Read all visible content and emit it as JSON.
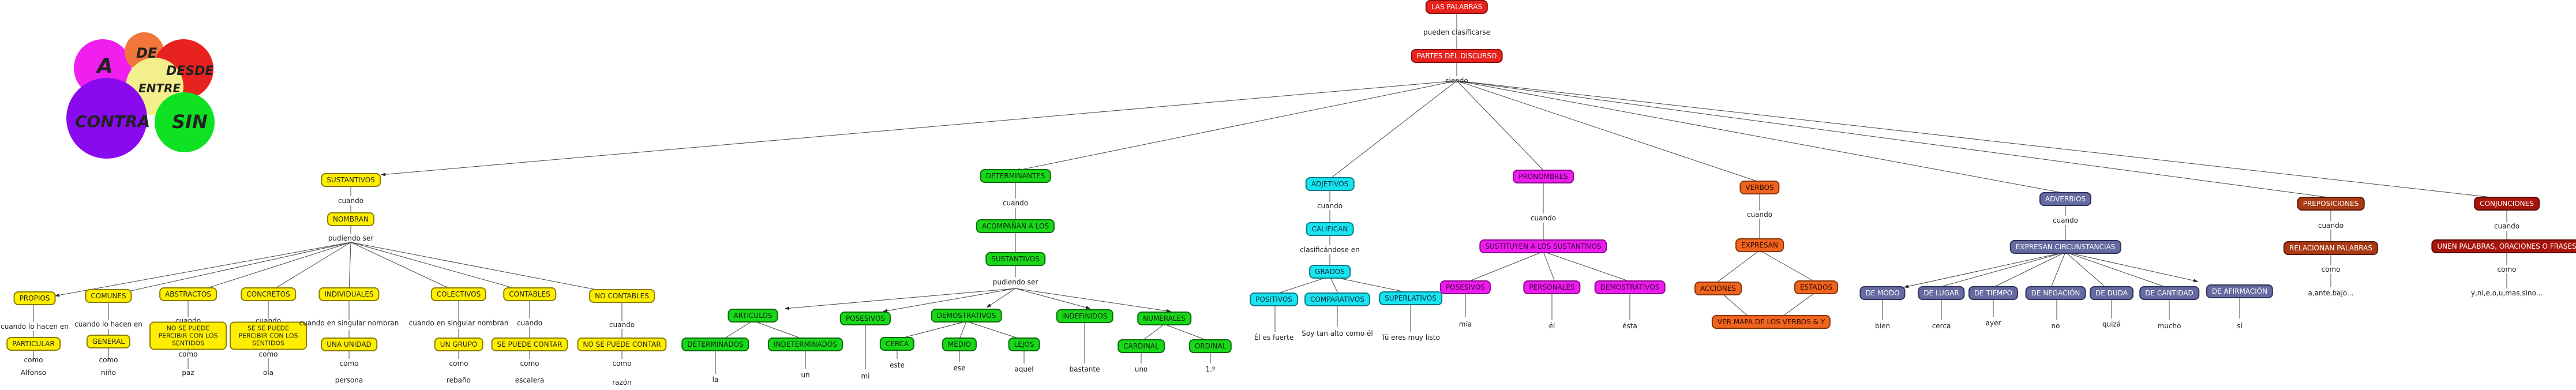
{
  "logo_words": [
    "A",
    "DE",
    "DESDE",
    "ENTRE",
    "CONTRA",
    "SIN"
  ],
  "root": {
    "label": "LAS PALABRAS"
  },
  "root_link": "pueden clasificarse",
  "categories_node": {
    "label": "PARTES DEL DISCURSO"
  },
  "categories_link": "siendo",
  "sustantivos": {
    "label": "SUSTANTIVOS",
    "link": "cuando",
    "child": "NOMBRAN",
    "link2": "pudiendo ser",
    "types": [
      {
        "label": "PROPIOS",
        "link": "cuando lo hacen en",
        "child": "PARTICULAR",
        "link2": "como",
        "example": "Alfonso"
      },
      {
        "label": "COMUNES",
        "link": "cuando lo hacen en",
        "child": "GENERAL",
        "link2": "como",
        "example": "niño"
      },
      {
        "label": "ABSTRACTOS",
        "link": "cuando",
        "child": "NO  SE PUEDE PERCIBIR CON LOS SENTIDOS",
        "link2": "como",
        "example": "paz"
      },
      {
        "label": "CONCRETOS",
        "link": "cuando",
        "child": "SE  SE PUEDE PERCIBIR CON LOS SENTIDOS",
        "link2": "como",
        "example": "ola"
      },
      {
        "label": "INDIVIDUALES",
        "link": "cuando en singular nombran",
        "child": "UNA UNIDAD",
        "link2": "como",
        "example": "persona"
      },
      {
        "label": "COLECTIVOS",
        "link": "cuando en singular nombran",
        "child": "UN GRUPO",
        "link2": "como",
        "example": "rebaño"
      },
      {
        "label": "CONTABLES",
        "link": "cuando",
        "child": "SE PUEDE CONTAR",
        "link2": "como",
        "example": "escalera"
      },
      {
        "label": "NO CONTABLES",
        "link": "cuando",
        "child": "NO SE PUEDE CONTAR",
        "link2": "como",
        "example": "razón"
      }
    ]
  },
  "determinantes": {
    "label": "DETERMINANTES",
    "link": "cuando",
    "child": "ACOMPAÑAN A LOS",
    "child2": "SUSTANTIVOS",
    "link2": "pudiendo ser",
    "types": [
      {
        "label": "ARTÍCULOS",
        "child": "DETERMINADOS",
        "example": "la"
      },
      {
        "label": "POSESIVOS",
        "example": "mi"
      },
      {
        "label": "DEMOSTRATIVOS",
        "children": [
          {
            "label": "CERCA",
            "example": "este"
          },
          {
            "label": "MEDIO",
            "example": "ese"
          },
          {
            "label": "LEJOS",
            "example": "aquel"
          }
        ]
      },
      {
        "label": "INDEFINIDOS",
        "example": "bastante"
      },
      {
        "label": "NUMERALES",
        "children": [
          {
            "label": "CARDINAL",
            "example": "uno"
          },
          {
            "label": "ORDINAL",
            "example": "1.º"
          }
        ]
      }
    ],
    "extra": {
      "label": "INDETERMINADOS",
      "example": "un"
    }
  },
  "adjetivos": {
    "label": "ADJETIVOS",
    "link": "cuando",
    "child": "CALIFICAN",
    "link2": "clasificándose en",
    "child2": "GRADOS",
    "types": [
      {
        "label": "POSITIVOS",
        "example": "Él es fuerte"
      },
      {
        "label": "COMPARATIVOS",
        "example": "Soy tan alto como él"
      },
      {
        "label": "SUPERLATIVOS",
        "example": "Tú eres muy listo"
      }
    ]
  },
  "pronombres": {
    "label": "PRONOMBRES",
    "link": "cuando",
    "child": "SUSTITUYEN A LOS SUSTANTIVOS",
    "types": [
      {
        "label": "POSESIVOS",
        "example": "mía"
      },
      {
        "label": "PERSONALES",
        "example": "él"
      },
      {
        "label": "DEMOSTRATIVOS",
        "example": "ésta"
      }
    ]
  },
  "verbos": {
    "label": "VERBOS",
    "link": "cuando",
    "child": "EXPRESAN",
    "types": [
      {
        "label": "ACCIONES"
      },
      {
        "label": "ESTADOS"
      }
    ],
    "footer": "VER MAPA DE LOS VERBOS & Y"
  },
  "adverbios": {
    "label": "ADVERBIOS",
    "link": "cuando",
    "child": "EXPRESAN CIRCUNSTANCIAS",
    "types": [
      {
        "label": "DE MODO",
        "example": "bien"
      },
      {
        "label": "DE LUGAR",
        "example": "cerca"
      },
      {
        "label": "DE TIEMPO",
        "example": "ayer"
      },
      {
        "label": "DE NEGACIÓN",
        "example": "no"
      },
      {
        "label": "DE DUDA",
        "example": "quizá"
      },
      {
        "label": "DE CANTIDAD",
        "example": "mucho"
      },
      {
        "label": "DE AFIRMACIÓN",
        "example": "sí"
      }
    ]
  },
  "preposiciones": {
    "label": "PREPOSICIONES",
    "link": "cuando",
    "child": "RELACIONAN PALABRAS",
    "link2": "como",
    "example": "a,ante,bajo..."
  },
  "conjunciones": {
    "label": "CONJUNCIONES",
    "link": "cuando",
    "child": "UNEN PALABRAS, ORACIONES O FRASES",
    "link2": "como",
    "example": "y,ni,e,o,u,mas,sino..."
  },
  "colors": {
    "red": "#e8221e",
    "yellow": "#ffee00",
    "green": "#18d818",
    "cyan": "#18e4f0",
    "magenta": "#ee1cee",
    "orange": "#f0641e",
    "slate": "#656aa0",
    "brown": "#a83a14",
    "darkred": "#a8140a"
  }
}
